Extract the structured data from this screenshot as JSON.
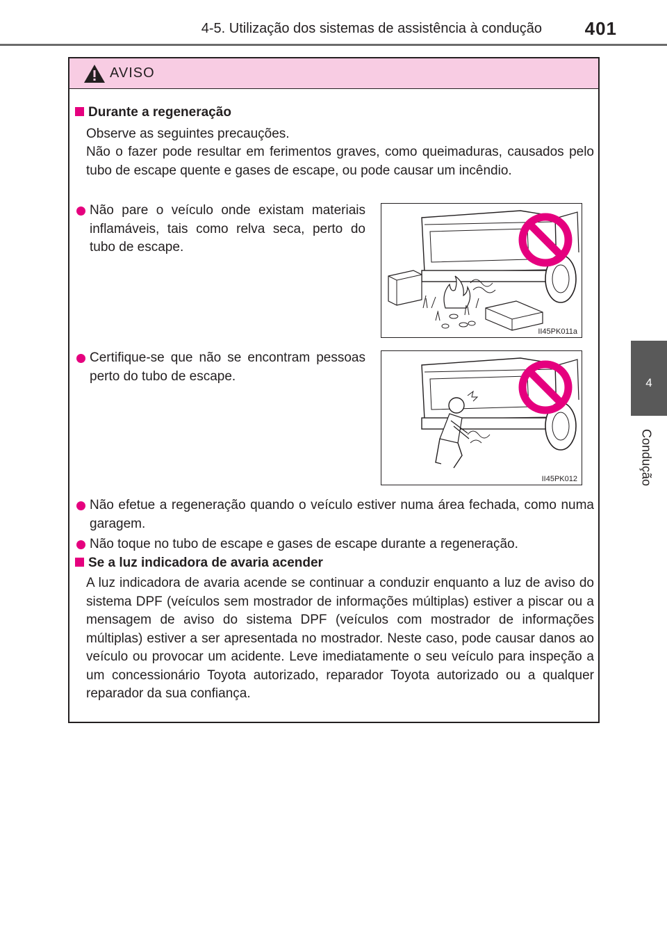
{
  "header": {
    "section_title": "4-5. Utilização dos sistemas de assistência à condução",
    "page_number": "401"
  },
  "side_tab": {
    "chapter_number": "4",
    "chapter_label": "Condução"
  },
  "warning": {
    "title": "AVISO",
    "icon": "warning-triangle-icon",
    "accent_color": "#e5007e",
    "header_color": "#f8cce3",
    "section1": {
      "title": "Durante a regeneração",
      "intro1": "Observe as seguintes precauções.",
      "intro2": "Não o fazer pode resultar em ferimentos graves, como queimaduras, causados pelo tubo de escape quente e gases de escape, ou pode causar um incêndio.",
      "bullet1": "Não pare o veículo onde existam materiais inflamáveis, tais como relva seca, perto do tubo de escape.",
      "bullet2": "Certifique-se que não se encontram pessoas perto do tubo de escape.",
      "bullet3": "Não efetue a regeneração quando o veículo estiver numa área fechada, como numa garagem.",
      "bullet4": "Não toque no tubo de escape e gases de escape durante a regeneração.",
      "figure1_code": "II45PK011a",
      "figure2_code": "II45PK012"
    },
    "section2": {
      "title": "Se a luz indicadora de avaria acender",
      "body": "A luz indicadora de avaria acende se continuar a conduzir enquanto a luz de aviso do sistema DPF (veículos sem mostrador de informações múltiplas) estiver a piscar ou a mensagem de aviso do sistema DPF (veículos com mostrador de informações múltiplas) estiver a ser apresentada no mostrador. Neste caso, pode causar danos ao veículo ou provocar um acidente. Leve imediatamente o seu veículo para inspeção a um concessionário Toyota autorizado, reparador Toyota autorizado ou a qualquer reparador da sua confiança."
    }
  }
}
